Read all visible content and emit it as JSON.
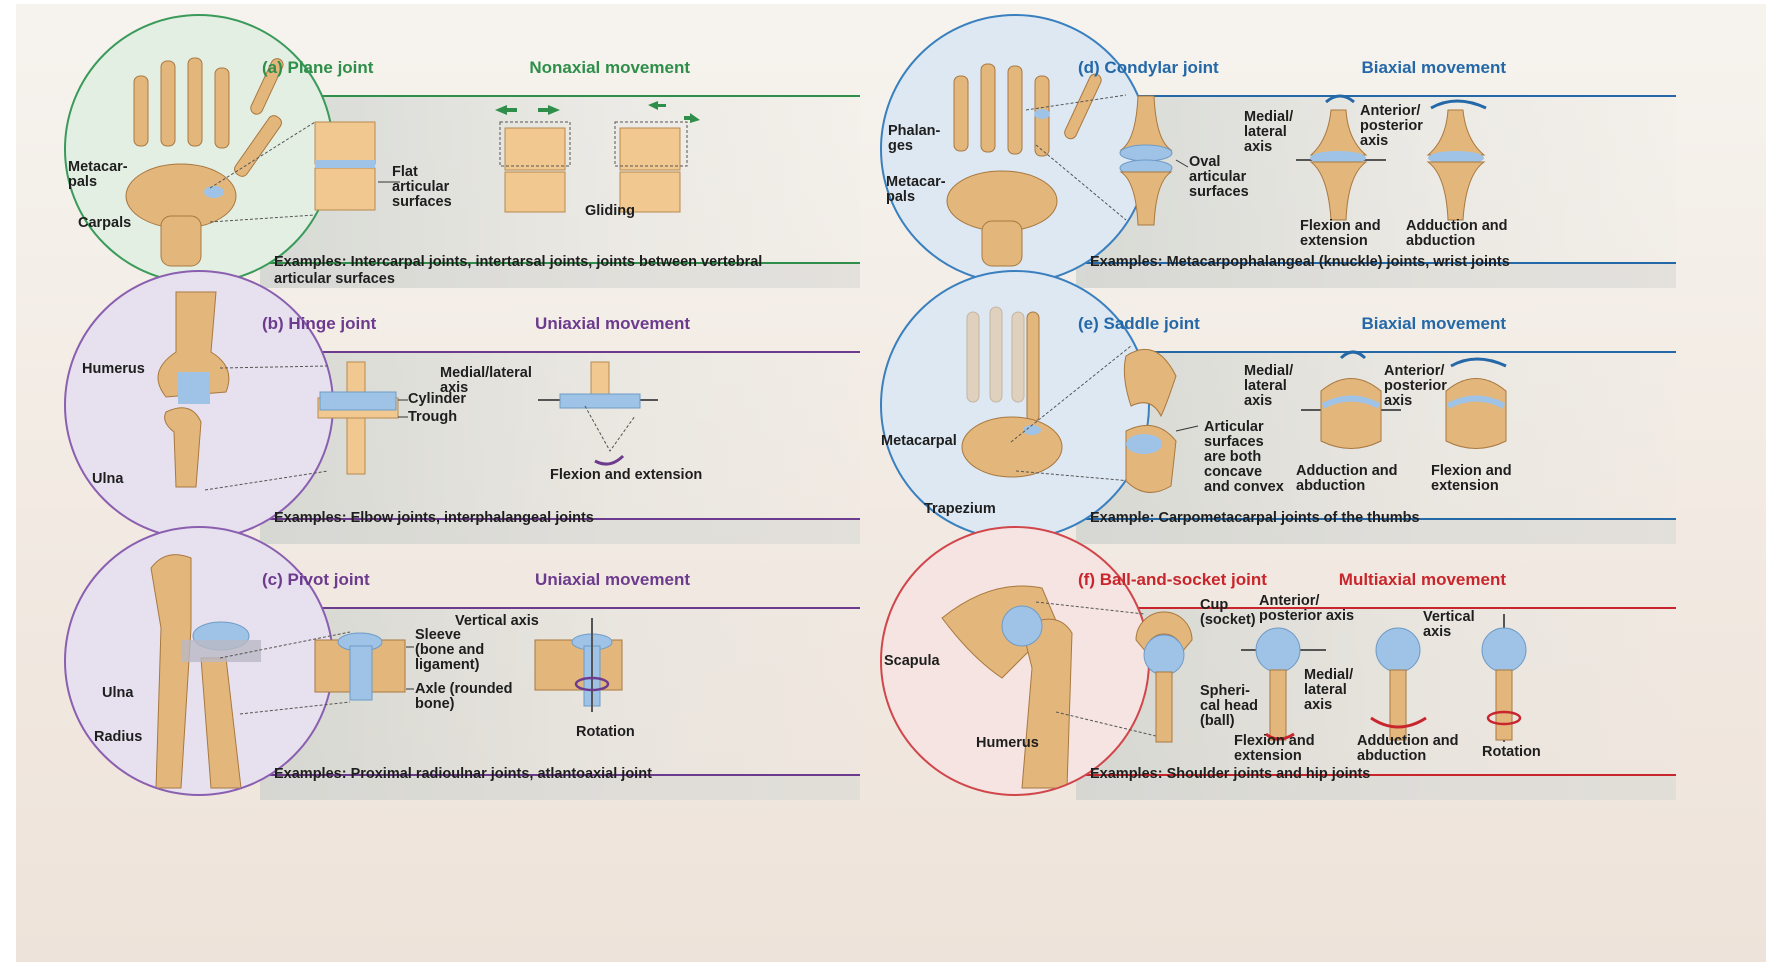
{
  "colors": {
    "green": "#2f8f4a",
    "purple": "#6d3b8e",
    "blue": "#2468a8",
    "red": "#c8262c",
    "bone": "#e2b57a",
    "cartilage": "#9ec3e6"
  },
  "panels": {
    "a": {
      "title": "(a) Plane joint",
      "movement": "Nonaxial movement",
      "examples": "Examples: Intercarpal joints, intertarsal joints, joints between vertebral articular surfaces",
      "labels": {
        "metacarpals": "Metacar-\npals",
        "carpals": "Carpals",
        "surfaces": "Flat\narticular\nsurfaces",
        "gliding": "Gliding"
      }
    },
    "b": {
      "title": "(b) Hinge joint",
      "movement": "Uniaxial movement",
      "examples": "Examples: Elbow joints, interphalangeal joints",
      "labels": {
        "humerus": "Humerus",
        "ulna": "Ulna",
        "axis": "Medial/lateral\naxis",
        "cylinder": "Cylinder",
        "trough": "Trough",
        "motion": "Flexion and extension"
      }
    },
    "c": {
      "title": "(c) Pivot joint",
      "movement": "Uniaxial movement",
      "examples": "Examples: Proximal radioulnar joints, atlantoaxial joint",
      "labels": {
        "ulna": "Ulna",
        "radius": "Radius",
        "sleeve": "Sleeve\n(bone and\nligament)",
        "axle": "Axle (rounded\nbone)",
        "axis": "Vertical axis",
        "motion": "Rotation"
      }
    },
    "d": {
      "title": "(d) Condylar joint",
      "movement": "Biaxial movement",
      "examples": "Examples: Metacarpophalangeal (knuckle) joints, wrist joints",
      "labels": {
        "phalanges": "Phalan-\nges",
        "metacarpals": "Metacar-\npals",
        "surfaces": "Oval\narticular\nsurfaces",
        "axis1": "Medial/\nlateral\naxis",
        "axis2": "Anterior/\nposterior\naxis",
        "motion1": "Flexion and\nextension",
        "motion2": "Adduction and\nabduction"
      }
    },
    "e": {
      "title": "(e) Saddle joint",
      "movement": "Biaxial movement",
      "examples": "Example: Carpometacarpal joints of the thumbs",
      "labels": {
        "metacarpal": "Metacarpal",
        "trapezium": "Trapezium",
        "surfaces": "Articular\nsurfaces\nare both\nconcave\nand convex",
        "axis1": "Medial/\nlateral\naxis",
        "axis2": "Anterior/\nposterior\naxis",
        "motion1": "Adduction and\nabduction",
        "motion2": "Flexion and\nextension"
      }
    },
    "f": {
      "title": "(f) Ball-and-socket joint",
      "movement": "Multiaxial movement",
      "examples": "Examples: Shoulder joints and hip joints",
      "labels": {
        "scapula": "Scapula",
        "humerus": "Humerus",
        "cup": "Cup\n(socket)",
        "head": "Spheri-\ncal head\n(ball)",
        "axis1": "Anterior/\nposterior axis",
        "axis2": "Medial/\nlateral\naxis",
        "axis3": "Vertical\naxis",
        "motion1": "Flexion and\nextension",
        "motion2": "Adduction and\nabduction",
        "motion3": "Rotation"
      }
    }
  }
}
